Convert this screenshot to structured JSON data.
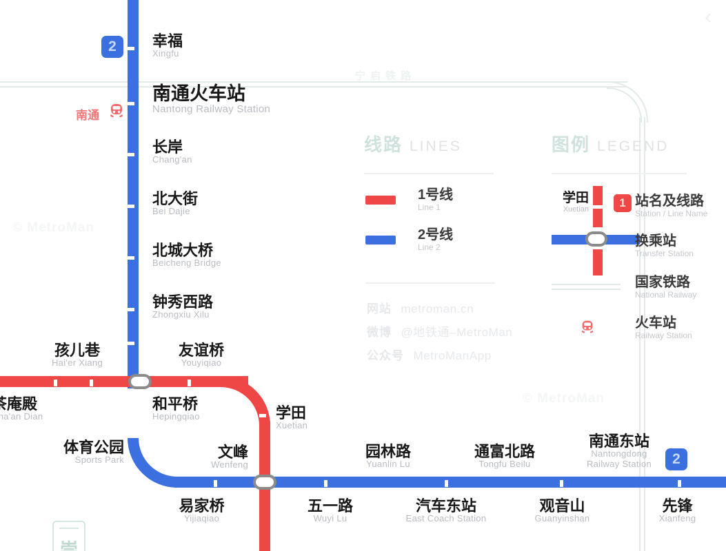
{
  "app": {
    "watermark": "© MetroMan",
    "back_chevron": "‹"
  },
  "lines": [
    {
      "id": "1",
      "name_cn": "1号线",
      "name_en": "Line 1",
      "color": "#ee4745"
    },
    {
      "id": "2",
      "name_cn": "2号线",
      "name_en": "Line 2",
      "color": "#3c6fe0"
    }
  ],
  "panels": {
    "lines_panel": {
      "title_cn": "线路",
      "title_en": "LINES"
    },
    "legend_panel": {
      "title_cn": "图例",
      "title_en": "LEGEND",
      "items": [
        {
          "cn": "站名及线路",
          "en": "Station / Line Name",
          "sample_station_cn": "学田",
          "sample_station_en": "Xuetian",
          "sample_badge": "1"
        },
        {
          "cn": "换乘站",
          "en": "Transfer Station"
        },
        {
          "cn": "国家铁路",
          "en": "National Railway"
        },
        {
          "cn": "火车站",
          "en": "Railway Station"
        }
      ]
    }
  },
  "contact": [
    {
      "key": "网站",
      "value": "metroman.cn"
    },
    {
      "key": "微博",
      "value": "@地铁通–MetroMan"
    },
    {
      "key": "公众号",
      "value": "MetroManApp"
    }
  ],
  "national_railway": {
    "label": "宁启铁路"
  },
  "railway_station_marker": {
    "name_cn": "南通",
    "icon": "train-icon"
  },
  "line2_badges": [
    {
      "text": "2"
    },
    {
      "text": "2"
    }
  ],
  "stations": {
    "line2_north": [
      {
        "cn": "幸福",
        "en": "Xingfu"
      },
      {
        "cn": "南通火车站",
        "en": "Nantong Railway Station",
        "big": true
      },
      {
        "cn": "长岸",
        "en": "Chang'an"
      },
      {
        "cn": "北大街",
        "en": "Bei Dajie"
      },
      {
        "cn": "北城大桥",
        "en": "Beicheng Bridge"
      },
      {
        "cn": "钟秀西路",
        "en": "Zhongxiu Xilu"
      }
    ],
    "line1_west": [
      {
        "cn": "茶庵殿",
        "en": "Cha'an Dian"
      },
      {
        "cn": "孩儿巷",
        "en": "Hai'er Xiang"
      },
      {
        "cn": "友谊桥",
        "en": "Youyiqiao"
      },
      {
        "cn": "学田",
        "en": "Xuetian"
      }
    ],
    "line2_mid": [
      {
        "cn": "和平桥",
        "en": "Hepingqiao"
      },
      {
        "cn": "体育公园",
        "en": "Sports Park"
      },
      {
        "cn": "文峰",
        "en": "Wenfeng"
      },
      {
        "cn": "易家桥",
        "en": "Yijiaqiao"
      }
    ],
    "line2_east": [
      {
        "cn": "五一路",
        "en": "Wuyi Lu"
      },
      {
        "cn": "园林路",
        "en": "Yuanlin Lu"
      },
      {
        "cn": "汽车东站",
        "en": "East Coach Station"
      },
      {
        "cn": "通富北路",
        "en": "Tongfu Beilu"
      },
      {
        "cn": "观音山",
        "en": "Guanyinshan"
      },
      {
        "cn": "南通东站",
        "en": "Nantongdong\nRailway Station",
        "en_line1": "Nantongdong",
        "en_line2": "Railway Station"
      },
      {
        "cn": "先锋",
        "en": "Xianfeng"
      }
    ]
  },
  "misc": {
    "green_box_char": "崇"
  }
}
